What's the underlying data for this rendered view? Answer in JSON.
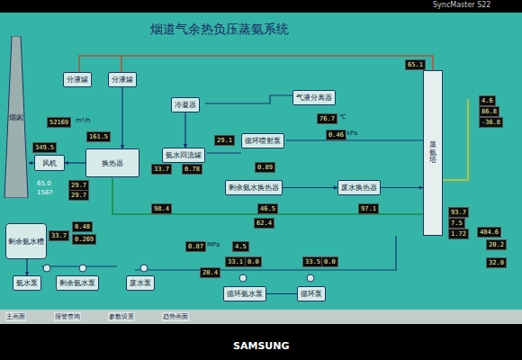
{
  "diagram": {
    "title": "烟道气余热负压蒸氨系统",
    "nodes": [
      {
        "text": [
          "烟囱"
        ]
      },
      {
        "text": [
          "风机"
        ]
      },
      {
        "text": [
          "换热器"
        ]
      },
      {
        "text": [
          "分液罐"
        ]
      },
      {
        "text": [
          "分液罐"
        ]
      },
      {
        "text": [
          "冷凝器"
        ]
      },
      {
        "text": [
          "氨水回流罐"
        ]
      },
      {
        "text": [
          "循环喷射泵"
        ]
      },
      {
        "text": [
          "气液分离器"
        ]
      },
      {
        "text": [
          "剩余氨水换热器"
        ]
      },
      {
        "text": [
          "废水换热器"
        ]
      },
      {
        "text": [
          "蒸氨塔"
        ]
      },
      {
        "text": [
          "剩余氨水槽"
        ]
      },
      {
        "text": [
          "氨水泵"
        ]
      },
      {
        "text": [
          "剩余氨水泵"
        ]
      },
      {
        "text": [
          "废水泵"
        ]
      },
      {
        "text": [
          "循环氨水泵"
        ]
      },
      {
        "text": [
          "循环泵"
        ]
      },
      {
        "text": [
          "65.1"
        ]
      },
      {
        "text": [
          "52169"
        ]
      },
      {
        "text": [
          "161.5"
        ]
      },
      {
        "text": [
          "349.5"
        ]
      },
      {
        "text": [
          "29.1"
        ]
      },
      {
        "text": [
          "33.7"
        ]
      },
      {
        "text": [
          "0.78"
        ]
      },
      {
        "text": [
          "76.7"
        ]
      },
      {
        "text": [
          "0.46"
        ]
      },
      {
        "text": [
          "0.89"
        ]
      },
      {
        "text": [
          "46.5"
        ]
      },
      {
        "text": [
          "97.1"
        ]
      },
      {
        "text": [
          "62.4"
        ]
      },
      {
        "text": [
          "98.4"
        ]
      },
      {
        "text": [
          "0.87"
        ]
      },
      {
        "text": [
          "4.5"
        ]
      },
      {
        "text": [
          "20.4"
        ]
      },
      {
        "text": [
          "33.1"
        ]
      },
      {
        "text": [
          "0.0"
        ]
      },
      {
        "text": [
          "33.5"
        ]
      },
      {
        "text": [
          "0.0"
        ]
      },
      {
        "text": [
          "93.7"
        ]
      },
      {
        "text": [
          "7.5"
        ]
      },
      {
        "text": [
          "1.72"
        ]
      },
      {
        "text": [
          "404.6"
        ]
      },
      {
        "text": [
          "20.2"
        ]
      },
      {
        "text": [
          "32.0"
        ]
      },
      {
        "text": [
          "4.6"
        ]
      },
      {
        "text": [
          "86.8"
        ]
      },
      {
        "text": [
          "-36.8"
        ]
      },
      {
        "text": [
          "0.40"
        ]
      },
      {
        "text": [
          "0.269"
        ]
      },
      {
        "text": [
          "33.7"
        ]
      },
      {
        "text": [
          "29.7"
        ]
      },
      {
        "text": [
          "29.7"
        ]
      }
    ],
    "edges": [
      {
        "from": 2,
        "to": 1,
        "arrow": "to"
      },
      {
        "from": 1,
        "to": 0,
        "arrow": "to"
      },
      {
        "from": 4,
        "to": 2,
        "arrow": "to"
      },
      {
        "from": 5,
        "to": 6,
        "arrow": "to"
      },
      {
        "from": 9,
        "to": 10,
        "arrow": "to"
      },
      {
        "from": 10,
        "to": 11,
        "arrow": "to"
      },
      {
        "from": 16,
        "to": 17,
        "arrow": "none"
      },
      {
        "from": 12,
        "to": 13,
        "arrow": "to"
      }
    ],
    "labels": [
      "SyncMaster S22",
      "SAMSUNG",
      "m³/h",
      "kPa",
      "℃",
      "MPa",
      "65.0",
      "1567",
      "主画面",
      "报警查询",
      "参数设置",
      "趋势画面"
    ]
  }
}
